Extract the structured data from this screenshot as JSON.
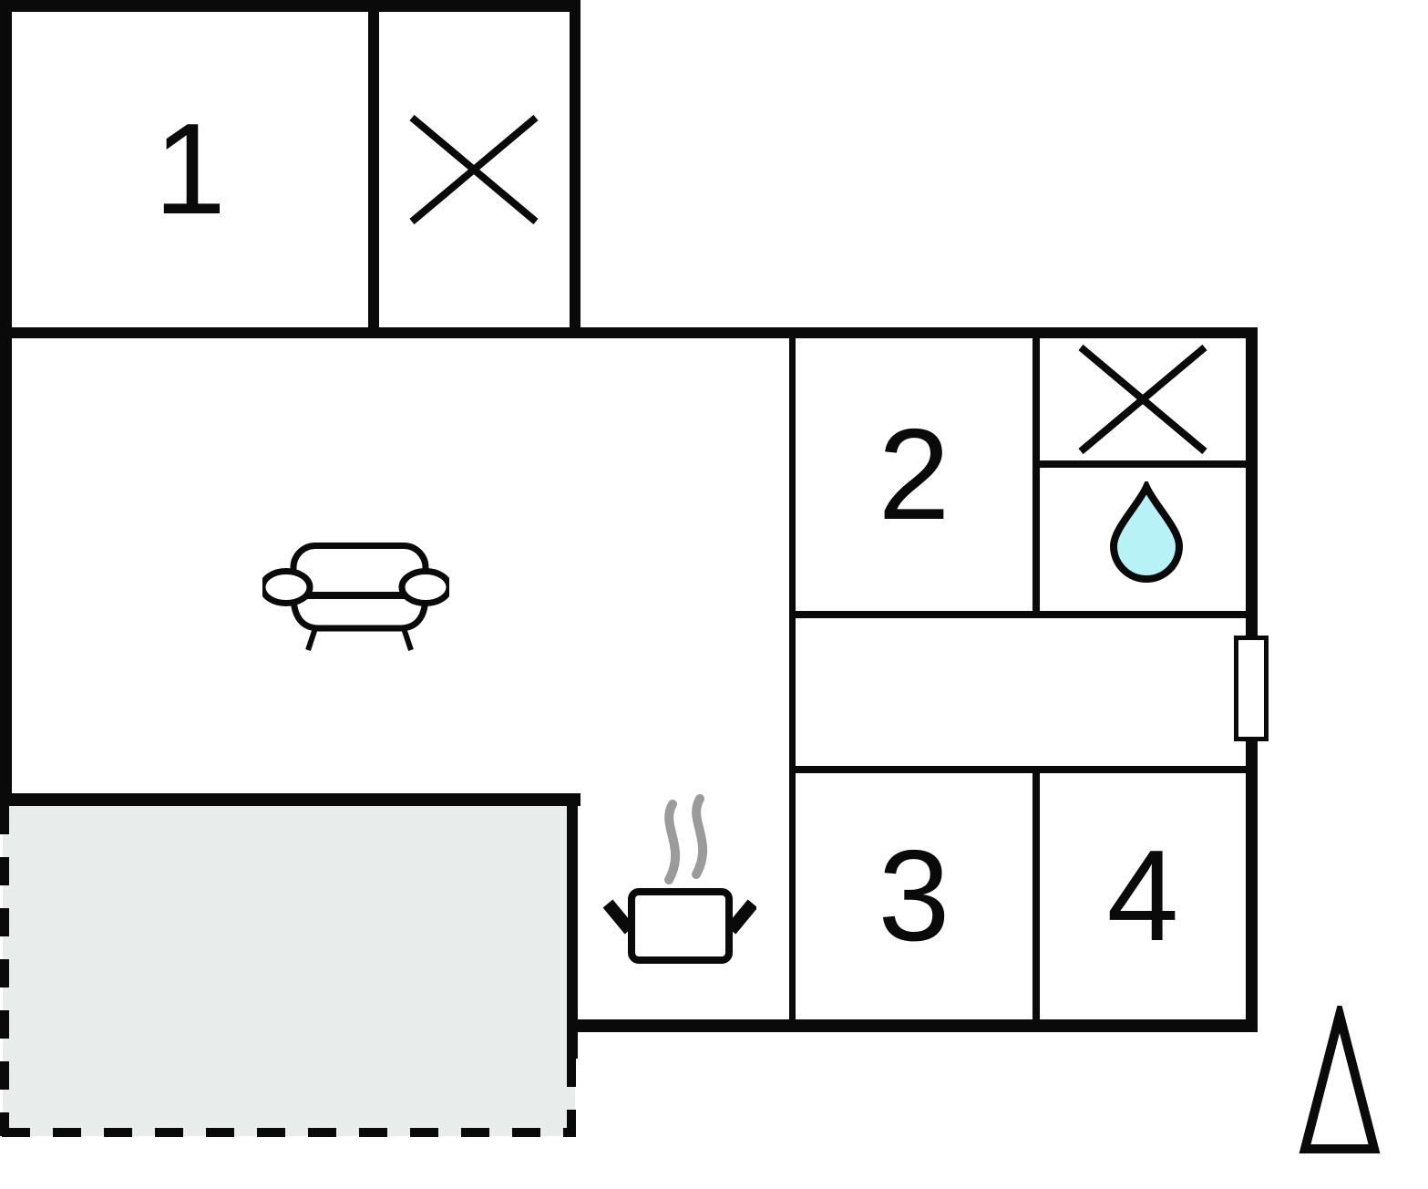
{
  "floorplan": {
    "rooms": [
      {
        "label": "1"
      },
      {
        "label": "2"
      },
      {
        "label": "3"
      },
      {
        "label": "4"
      }
    ],
    "features": {
      "bedroom_top_icon": "crossed-window",
      "bathroom_icons": [
        "crossed-window",
        "water-drop"
      ],
      "living_area_icon": "sofa",
      "kitchen_icon": "cooking-pot-with-steam",
      "terrace_style": "dashed-outline-shaded-area",
      "door_position": "right-wall",
      "compass": "north-triangle"
    },
    "colors": {
      "wall": "#0a0a0a",
      "terrace_fill": "#e8edec",
      "water_drop_fill": "#b6f2f6",
      "steam": "#9b9b9b",
      "background": "#ffffff"
    }
  }
}
